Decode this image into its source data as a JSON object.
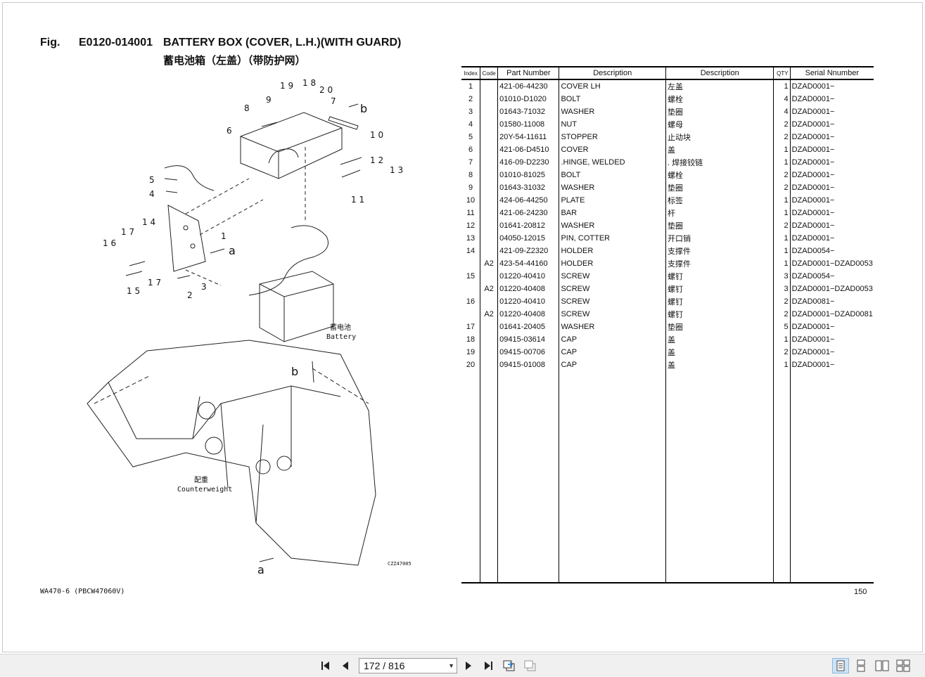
{
  "figure": {
    "label": "Fig.",
    "code": "E0120-014001",
    "title": "BATTERY BOX (COVER, L.H.)(WITH GUARD)",
    "subtitle": "蓄电池箱（左盖）（带防护网）"
  },
  "drawing": {
    "battery_cn": "蓄电池",
    "battery_en": "Battery",
    "counterweight_cn": "配重",
    "counterweight_en": "Counterweight",
    "ref_code": "CZZ47005",
    "callouts": [
      "1",
      "2",
      "3",
      "4",
      "5",
      "6",
      "7",
      "8",
      "9",
      "10",
      "11",
      "12",
      "13",
      "14",
      "15",
      "16",
      "17",
      "17",
      "18",
      "19",
      "20"
    ],
    "view_markers": [
      "a",
      "a",
      "b",
      "b"
    ]
  },
  "table": {
    "headers": {
      "index": "Index",
      "code": "Code",
      "part_number": "Part Number",
      "description_en": "Description",
      "description_cn": "Description",
      "qty": "QTY",
      "serial": "Serial Nnumber"
    },
    "rows": [
      {
        "index": "1",
        "code": "",
        "part": "421-06-44230",
        "desc": "COVER LH",
        "desc_cn": "左盖",
        "qty": "1",
        "serial": "DZAD0001−"
      },
      {
        "index": "2",
        "code": "",
        "part": "01010-D1020",
        "desc": "BOLT",
        "desc_cn": "螺栓",
        "qty": "4",
        "serial": "DZAD0001−"
      },
      {
        "index": "3",
        "code": "",
        "part": "01643-71032",
        "desc": "WASHER",
        "desc_cn": "垫圈",
        "qty": "4",
        "serial": "DZAD0001−"
      },
      {
        "index": "4",
        "code": "",
        "part": "01580-11008",
        "desc": "NUT",
        "desc_cn": "螺母",
        "qty": "2",
        "serial": "DZAD0001−"
      },
      {
        "index": "5",
        "code": "",
        "part": "20Y-54-11611",
        "desc": "STOPPER",
        "desc_cn": "止动块",
        "qty": "2",
        "serial": "DZAD0001−"
      },
      {
        "index": "6",
        "code": "",
        "part": "421-06-D4510",
        "desc": "COVER",
        "desc_cn": "盖",
        "qty": "1",
        "serial": "DZAD0001−"
      },
      {
        "index": "7",
        "code": "",
        "part": "416-09-D2230",
        "desc": ".HINGE, WELDED",
        "desc_cn": ". 焊接铰链",
        "qty": "1",
        "serial": "DZAD0001−"
      },
      {
        "index": "8",
        "code": "",
        "part": "01010-81025",
        "desc": "BOLT",
        "desc_cn": "螺栓",
        "qty": "2",
        "serial": "DZAD0001−"
      },
      {
        "index": "9",
        "code": "",
        "part": "01643-31032",
        "desc": "WASHER",
        "desc_cn": "垫圈",
        "qty": "2",
        "serial": "DZAD0001−"
      },
      {
        "index": "10",
        "code": "",
        "part": "424-06-44250",
        "desc": "PLATE",
        "desc_cn": "标签",
        "qty": "1",
        "serial": "DZAD0001−"
      },
      {
        "index": "11",
        "code": "",
        "part": "421-06-24230",
        "desc": "BAR",
        "desc_cn": "杆",
        "qty": "1",
        "serial": "DZAD0001−"
      },
      {
        "index": "12",
        "code": "",
        "part": "01641-20812",
        "desc": "WASHER",
        "desc_cn": "垫圈",
        "qty": "2",
        "serial": "DZAD0001−"
      },
      {
        "index": "13",
        "code": "",
        "part": "04050-12015",
        "desc": "PIN, COTTER",
        "desc_cn": "开口销",
        "qty": "1",
        "serial": "DZAD0001−"
      },
      {
        "index": "14",
        "code": "",
        "part": "421-09-Z2320",
        "desc": "HOLDER",
        "desc_cn": "支撑件",
        "qty": "1",
        "serial": "DZAD0054−"
      },
      {
        "index": "",
        "code": "A2",
        "part": "423-54-44160",
        "desc": "HOLDER",
        "desc_cn": "支撑件",
        "qty": "1",
        "serial": "DZAD0001−DZAD0053"
      },
      {
        "index": "15",
        "code": "",
        "part": "01220-40410",
        "desc": "SCREW",
        "desc_cn": "螺钉",
        "qty": "3",
        "serial": "DZAD0054−"
      },
      {
        "index": "",
        "code": "A2",
        "part": "01220-40408",
        "desc": "SCREW",
        "desc_cn": "螺钉",
        "qty": "3",
        "serial": "DZAD0001−DZAD0053"
      },
      {
        "index": "16",
        "code": "",
        "part": "01220-40410",
        "desc": "SCREW",
        "desc_cn": "螺钉",
        "qty": "2",
        "serial": "DZAD0081−"
      },
      {
        "index": "",
        "code": "A2",
        "part": "01220-40408",
        "desc": "SCREW",
        "desc_cn": "螺钉",
        "qty": "2",
        "serial": "DZAD0001−DZAD0081"
      },
      {
        "index": "17",
        "code": "",
        "part": "01641-20405",
        "desc": "WASHER",
        "desc_cn": "垫圈",
        "qty": "5",
        "serial": "DZAD0001−"
      },
      {
        "index": "18",
        "code": "",
        "part": "09415-03614",
        "desc": "CAP",
        "desc_cn": "盖",
        "qty": "1",
        "serial": "DZAD0001−"
      },
      {
        "index": "19",
        "code": "",
        "part": "09415-00706",
        "desc": "CAP",
        "desc_cn": "盖",
        "qty": "2",
        "serial": "DZAD0001−"
      },
      {
        "index": "20",
        "code": "",
        "part": "09415-01008",
        "desc": "CAP",
        "desc_cn": "盖",
        "qty": "1",
        "serial": "DZAD0001−"
      }
    ]
  },
  "footer": {
    "model": "WA470-6 (PBCW47060V)",
    "page_number": "150"
  },
  "toolbar": {
    "page_indicator": "172 / 816",
    "icons": [
      "first-page-icon",
      "prev-page-icon",
      "next-page-icon",
      "last-page-icon",
      "go-back-view-icon",
      "go-forward-view-icon",
      "single-page-view-icon",
      "continuous-view-icon",
      "facing-view-icon",
      "continuous-facing-view-icon"
    ]
  }
}
